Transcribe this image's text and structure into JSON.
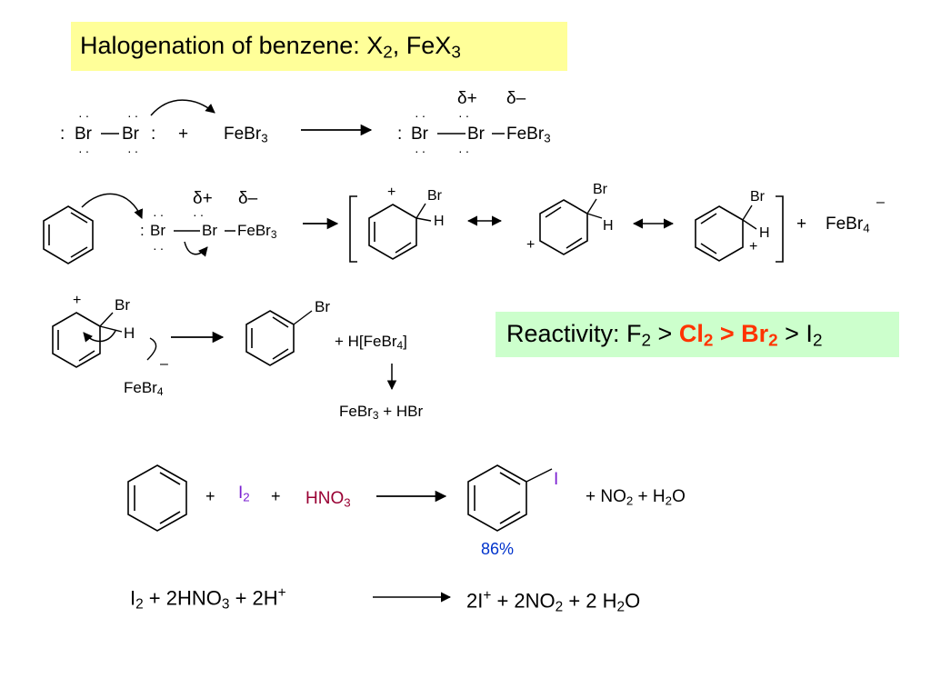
{
  "title": {
    "main": "Halogenation of benzene: X",
    "sub1": "2",
    "mid": ", FeX",
    "sub2": "3"
  },
  "reactivity": {
    "label": "Reactivity: F",
    "f_sub": "2",
    "gt1": " > ",
    "cl": "Cl",
    "cl_sub": "2",
    "gt2": " > ",
    "br": "Br",
    "br_sub": "2",
    "gt3": " > I",
    "i_sub": "2"
  },
  "step1": {
    "br_left": "Br",
    "br_right": "Br",
    "plus": "+",
    "febr3": "FeBr",
    "febr3_sub": "3",
    "delta_plus": "δ+",
    "delta_minus": "δ–",
    "p_br1": "Br",
    "p_br2": "Br",
    "p_febr3": "FeBr",
    "p_febr3_sub": "3"
  },
  "step2": {
    "delta_plus": "δ+",
    "delta_minus": "δ–",
    "br1": "Br",
    "br2": "Br",
    "febr3": "FeBr",
    "febr3_sub": "3",
    "r1_plus": "+",
    "r1_br": "Br",
    "r1_h": "H",
    "r2_plus": "+",
    "r2_br": "Br",
    "r2_h": "H",
    "r3_plus": "+",
    "r3_br": "Br",
    "r3_h": "H",
    "plus": "+",
    "febr4": "FeBr",
    "febr4_sub": "4",
    "minus": "–"
  },
  "step3": {
    "plus": "+",
    "br": "Br",
    "h": "H",
    "febr4": "FeBr",
    "febr4_sub": "4",
    "minus": "–",
    "prod_br": "Br",
    "byprod": "+  H[FeBr",
    "byprod_sub": "4",
    "byprod_end": "]",
    "decomp": "FeBr",
    "decomp_sub": "3",
    "decomp_end": " + HBr"
  },
  "iodination": {
    "plus1": "+",
    "i2": "I",
    "i2_sub": "2",
    "plus2": "+",
    "hno3": "HNO",
    "hno3_sub": "3",
    "prod_i": "I",
    "plus3": "+  NO",
    "no2_sub": "2",
    "plus4": "  +  H",
    "h2o_sub": "2",
    "h2o_end": "O",
    "yield": "86%"
  },
  "oxidation": {
    "i2": "I",
    "i2_sub": "2",
    "plus1": "  +  2HNO",
    "hno3_sub": "3",
    "plus2": "  +  2H",
    "hplus_sup": "+",
    "iplus": "2I",
    "iplus_sup": "+",
    "plus3": "  +  2NO",
    "no2_sub": "2",
    "plus4": "  + 2 H",
    "h2o_sub": "2",
    "h2o_end": "O"
  },
  "colors": {
    "title_bg": "#ffff99",
    "reactivity_bg": "#ccffcc",
    "highlight": "#ff3300",
    "iodine": "#7a1fd1",
    "nitric": "#990033",
    "yield": "#0033cc"
  }
}
